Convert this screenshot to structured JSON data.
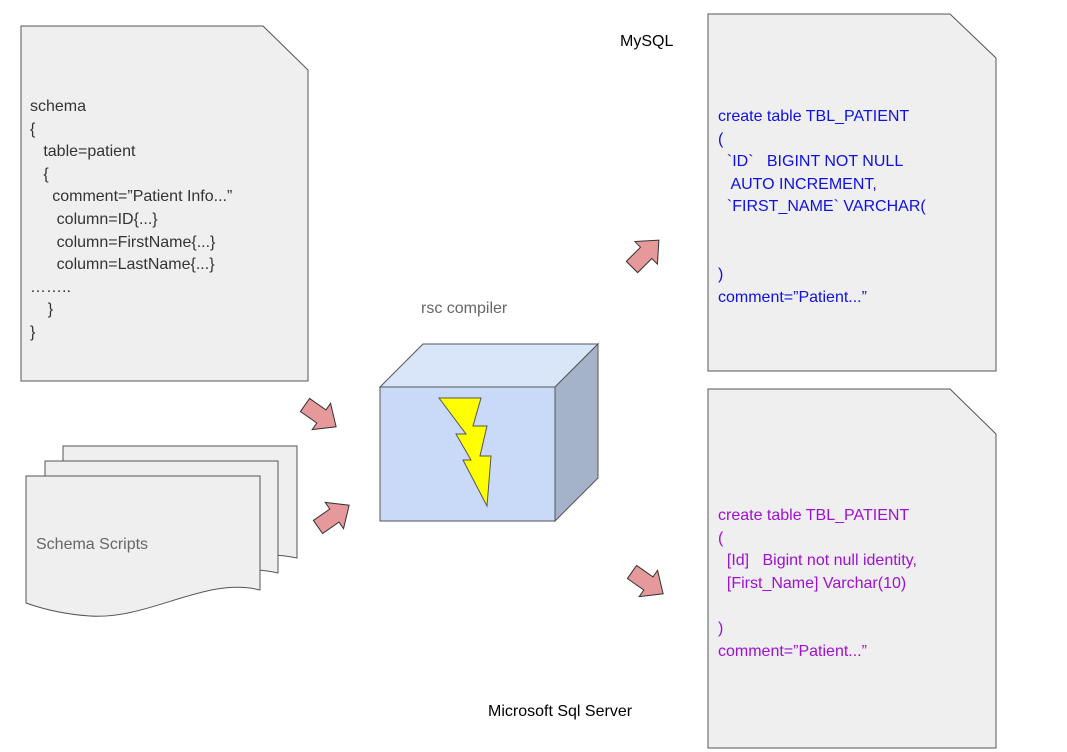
{
  "schema_document": {
    "lines": [
      "schema",
      "{",
      "   table=patient",
      "   {",
      "     comment=”Patient Info...”",
      "      column=ID{...}",
      "      column=FirstName{...}",
      "      column=LastName{...}",
      "……..",
      "    }",
      "}"
    ]
  },
  "scripts_stack": {
    "label": "Schema Scripts"
  },
  "compiler": {
    "label": "rsc compiler"
  },
  "mysql_output": {
    "label": "MySQL",
    "color": "#1010e0",
    "lines": [
      "create table TBL_PATIENT",
      "(",
      "  `ID`   BIGINT NOT NULL",
      "   AUTO INCREMENT,",
      "  `FIRST_NAME` VARCHAR(",
      "",
      "",
      ")",
      "comment=”Patient...”"
    ]
  },
  "mssql_output": {
    "label": "Microsoft Sql Server",
    "color": "#a010d0",
    "lines": [
      "create table TBL_PATIENT",
      "(",
      "  [Id]   Bigint not null identity,",
      "  [First_Name] Varchar(10)",
      "",
      ")",
      "comment=”Patient...”"
    ]
  },
  "colors": {
    "document_fill": "#efefef",
    "document_stroke": "#555555",
    "arrow_fill": "#e6999a",
    "arrow_stroke": "#333333",
    "cube_front": "#c9daf8",
    "cube_top": "#d9e6fa",
    "cube_side": "#a4b3c8",
    "bolt_fill": "#ffff00"
  },
  "icons": [
    "lightning-bolt-icon",
    "arrow-icon"
  ]
}
